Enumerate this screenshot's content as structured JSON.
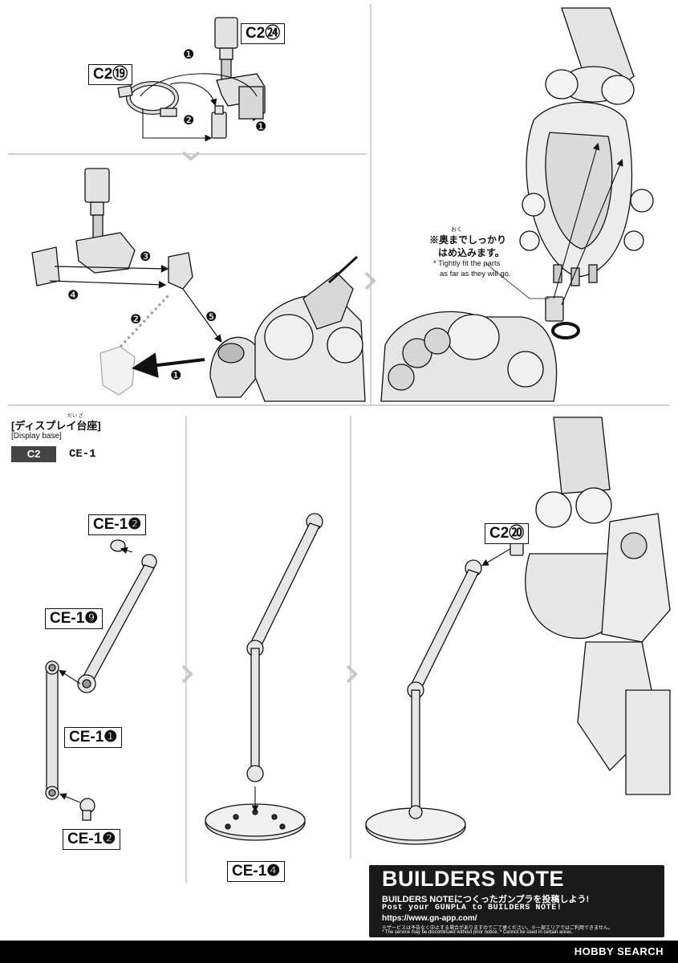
{
  "labels": {
    "c2_24": "C2㉔",
    "c2_19": "C2⑲",
    "ce1_2_top": "CE-1❷",
    "ce1_9": "CE-1❾",
    "ce1_1": "CE-1❶",
    "ce1_2_bottom": "CE-1❷",
    "ce1_4": "CE-1❹",
    "c2_20": "C2⑳"
  },
  "steps": {
    "s1": "❶",
    "s2": "❷",
    "s3": "❸",
    "s4": "❹",
    "s5": "❺"
  },
  "note": {
    "furigana_oku": "おく",
    "jp_line1": "※奥までしっかり",
    "jp_line2": "はめ込みます。",
    "en_line1": "* Tightly fit the parts",
    "en_line2": "as far as they will go."
  },
  "display_base": {
    "furigana": "だい ざ",
    "title_jp": "[ディスプレイ台座]",
    "title_en": "[Display base]",
    "tag": "C2",
    "code": "CE-1"
  },
  "builders_note": {
    "title": "BUILDERS NOTE",
    "jp": "BUILDERS NOTEにつくったガンプラを投稿しよう!",
    "en": "Post your GUNPLA to BUILDERS NOTE!",
    "url": "https://www.gn-app.com/",
    "disclaimer_jp": "※サービスは予告なく中止する場合がありますのでご了承ください。※一部エリアではご利用できません。",
    "disclaimer_en": "* The service may be discontinued without prior notice. * Cannot be used in certain areas."
  },
  "footer": {
    "watermark": "HOBBY SEARCH"
  },
  "colors": {
    "ink": "#111111",
    "part_gray": "#dcdcdc",
    "dark_panel": "#1a1a1a",
    "divider": "#b8b8b8"
  },
  "icons": [
    "chevron-right-icon",
    "chevron-down-icon",
    "arrow-icon",
    "qr-code-icon"
  ]
}
